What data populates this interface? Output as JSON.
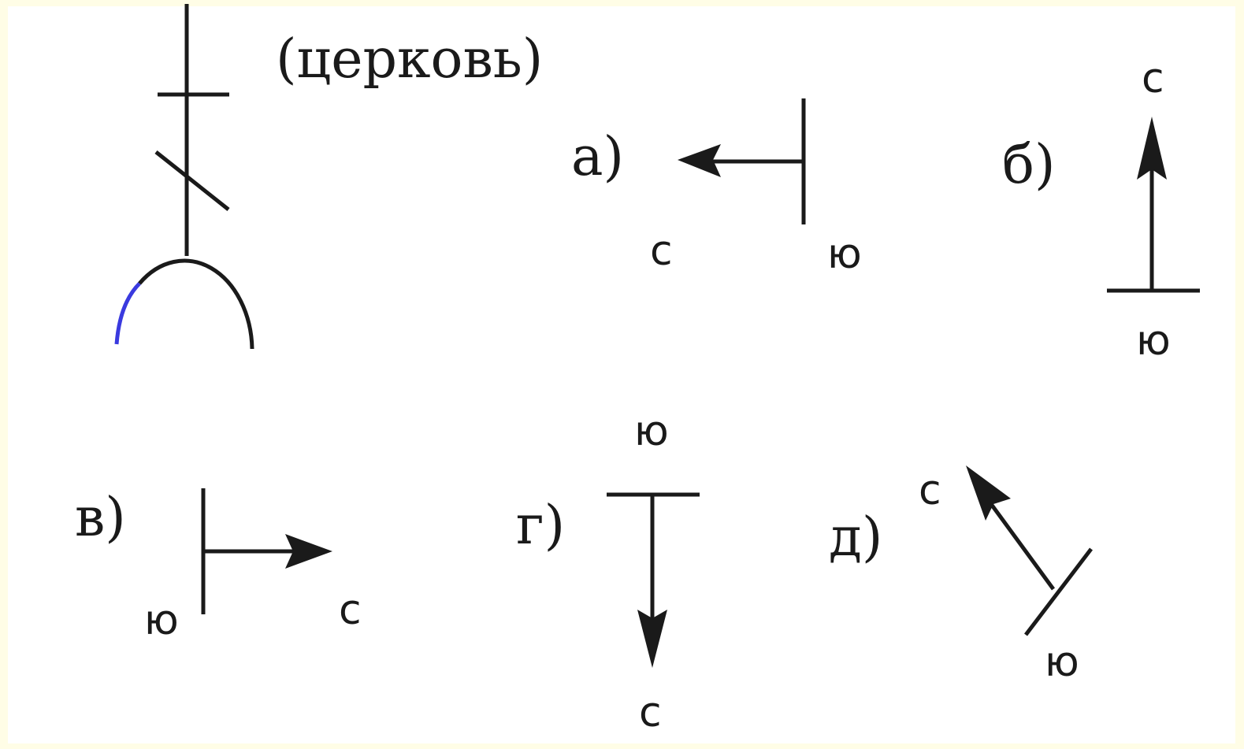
{
  "caption": "(церковь)",
  "panels": [
    {
      "id": "a",
      "label": "а)",
      "north": "с",
      "south": "ю"
    },
    {
      "id": "b",
      "label": "б)",
      "north": "с",
      "south": "ю"
    },
    {
      "id": "v",
      "label": "в)",
      "north": "с",
      "south": "ю"
    },
    {
      "id": "g",
      "label": "г)",
      "north": "с",
      "south": "ю"
    },
    {
      "id": "d",
      "label": "д)",
      "north": "с",
      "south": "ю"
    }
  ],
  "colors": {
    "ink": "#1a1a1a",
    "background": "#fffde6",
    "accent": "#3a3adf"
  }
}
